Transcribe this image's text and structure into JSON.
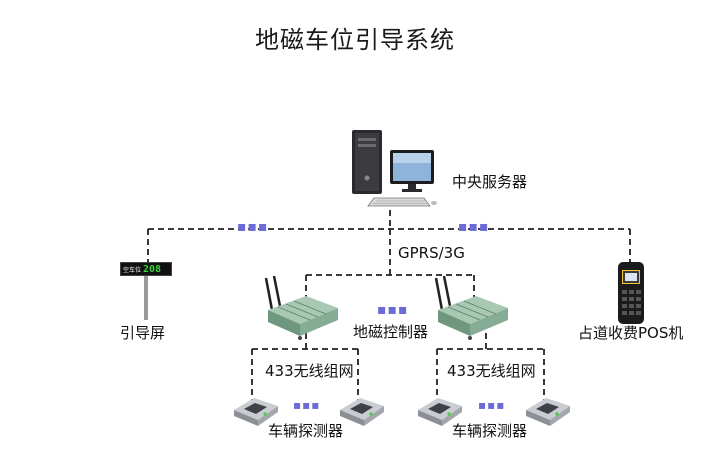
{
  "title": "地磁车位引导系统",
  "nodes": {
    "server": "中央服务器",
    "guide_screen": "引导屏",
    "guide_screen_display": {
      "tag": "空车位",
      "number": "208"
    },
    "controller": "地磁控制器",
    "pos": "占道收费POS机",
    "network": "GPRS/3G",
    "wireless_left": "433无线组网",
    "wireless_right": "433无线组网",
    "detector_left": "车辆探测器",
    "detector_right": "车辆探测器"
  },
  "ellipsis": {
    "top_left": "▪▪▪",
    "top_right": "▪▪▪",
    "controllers": "▪▪▪",
    "detectors_left": "▪▪▪",
    "detectors_right": "▪▪▪"
  },
  "colors": {
    "line": "#222222",
    "dots": "#6b6bd6",
    "controller_body": "#7fa58f",
    "detector_body": "#5a5f66",
    "led": "#3bd13b"
  },
  "icons": [
    "server-computer-icon",
    "guide-screen-icon",
    "controller-device-icon",
    "pos-terminal-icon",
    "vehicle-detector-icon"
  ]
}
